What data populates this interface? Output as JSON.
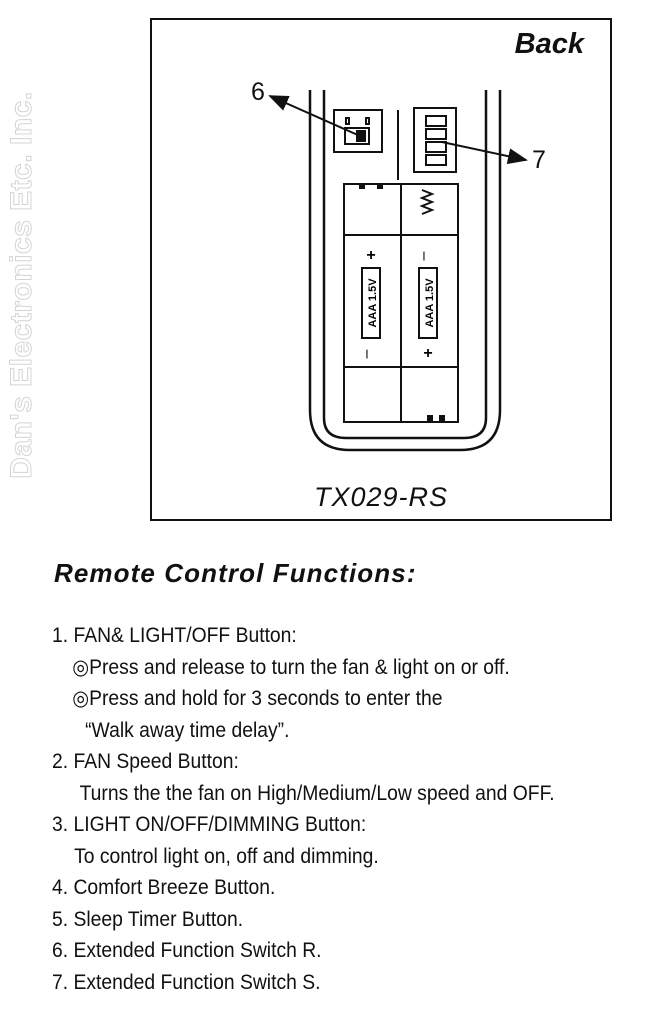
{
  "watermark": "Dan's Electronics Etc. Inc.",
  "figure": {
    "side_label": "Back",
    "model": "TX029-RS",
    "callouts": [
      "6",
      "7"
    ],
    "battery_label": "AAA 1.5V",
    "battery_plus": "+",
    "battery_minus": "–"
  },
  "functions": {
    "heading": "Remote Control Functions:",
    "items": [
      {
        "title": "1. FAN& LIGHT/OFF Button:",
        "details": [
          "◎Press and release to turn the fan & light on or off.",
          "◎Press and hold for 3 seconds to enter the",
          "“Walk away time delay”."
        ]
      },
      {
        "title": "2. FAN Speed Button:",
        "details": [
          "Turns the the fan on High/Medium/Low speed and OFF."
        ]
      },
      {
        "title": "3. LIGHT ON/OFF/DIMMING Button:",
        "details": [
          "To control  light on, off and dimming."
        ]
      },
      {
        "title": "4. Comfort Breeze Button."
      },
      {
        "title": "5. Sleep Timer Button."
      },
      {
        "title": "6. Extended Function Switch R."
      },
      {
        "title": "7. Extended Function Switch S."
      }
    ]
  }
}
